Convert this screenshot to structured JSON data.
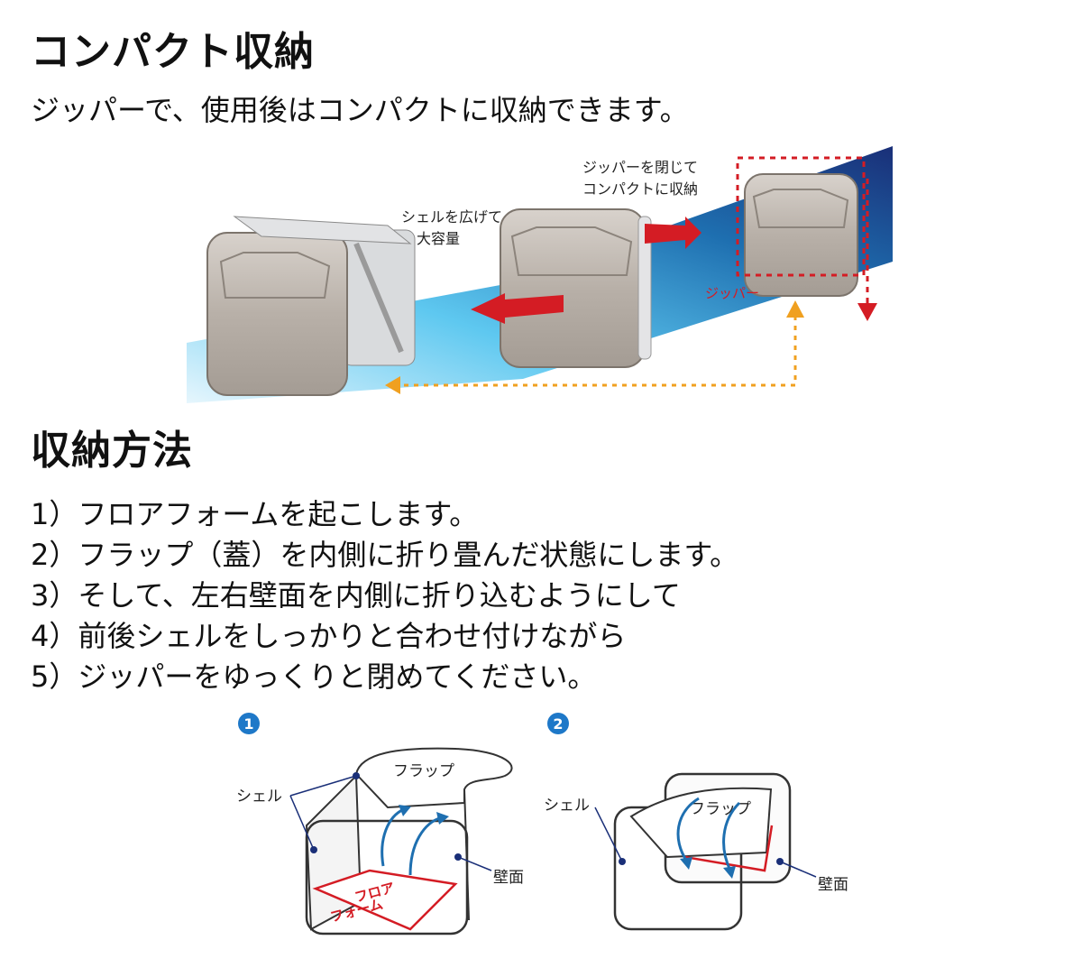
{
  "section1": {
    "title": "コンパクト収納",
    "lead": "ジッパーで、使用後はコンパクトに収納できます。"
  },
  "illustration": {
    "label_expand_line1": "シェルを広げて",
    "label_expand_line2": "大容量",
    "label_close_line1": "ジッパーを閉じて",
    "label_close_line2": "コンパクトに収納",
    "label_zipper": "ジッパー"
  },
  "section2": {
    "title": "収納方法",
    "steps": [
      "1）フロアフォームを起こします。",
      "2）フラップ（蓋）を内側に折り畳んだ状態にします。",
      "3）そして、左右壁面を内側に折り込むようにして",
      "4）前後シェルをしっかりと合わせ付けながら",
      "5）ジッパーをゆっくりと閉めてください。"
    ]
  },
  "diagram1": {
    "badge": "1",
    "flap": "フラップ",
    "shell": "シェル",
    "wall": "壁面",
    "floor_line1": "フロア",
    "floor_line2": "フォーム"
  },
  "diagram2": {
    "badge": "2",
    "flap": "フラップ",
    "shell": "シェル",
    "wall": "壁面"
  },
  "colors": {
    "accent_blue": "#1e6fb0",
    "arrow_red": "#d41c24",
    "arrow_orange": "#f0a020",
    "navy": "#1a2f78"
  }
}
